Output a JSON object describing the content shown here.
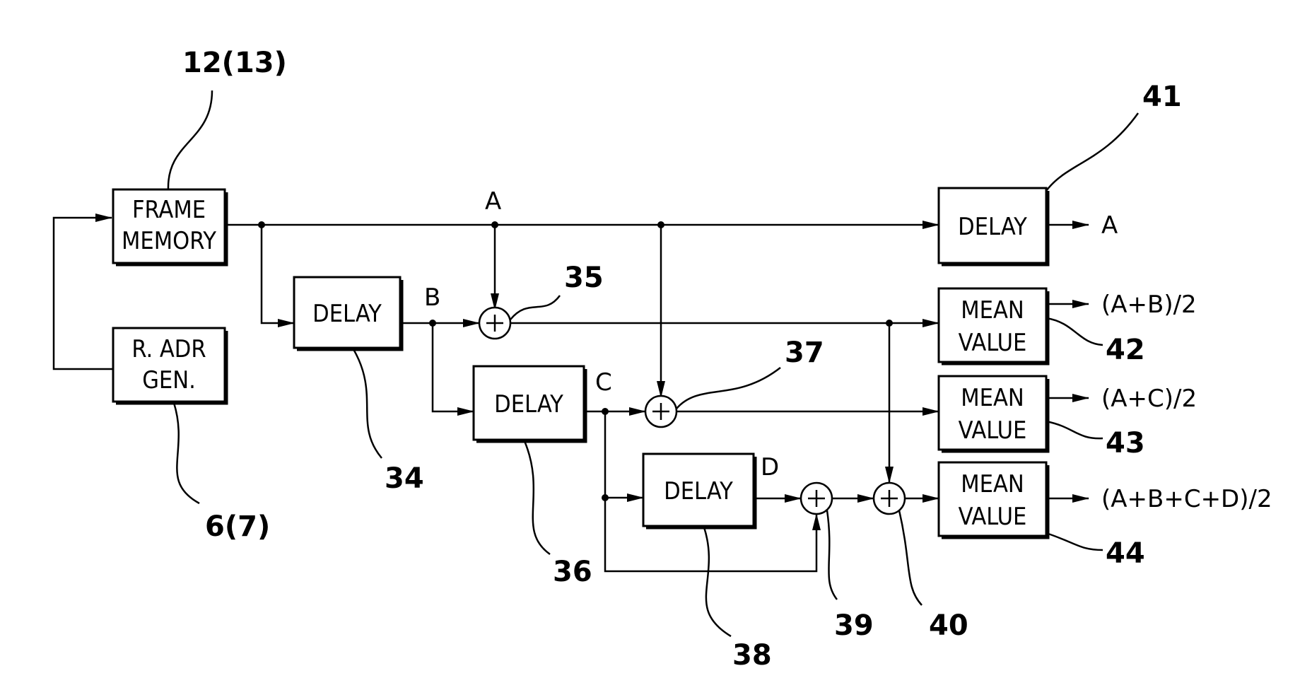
{
  "blocks": {
    "frame_memory": [
      "FRAME",
      "MEMORY"
    ],
    "read_address_generator": [
      "R. ADR",
      "GEN."
    ],
    "delay_34": [
      "DELAY"
    ],
    "delay_36": [
      "DELAY"
    ],
    "delay_38": [
      "DELAY"
    ],
    "delay_41": [
      "DELAY"
    ],
    "mean_value_42": [
      "MEAN",
      "VALUE"
    ],
    "mean_value_43": [
      "MEAN",
      "VALUE"
    ],
    "mean_value_44": [
      "MEAN",
      "VALUE"
    ]
  },
  "signals": {
    "a": "A",
    "b": "B",
    "c": "C",
    "d": "D"
  },
  "outputs": {
    "out_41": "A",
    "out_42": "(A+B)/2",
    "out_43": "(A+C)/2",
    "out_44": "(A+B+C+D)/2"
  },
  "references": {
    "frame_memory": "12(13)",
    "read_address_generator": "6(7)",
    "delay_34": "34",
    "adder_35": "35",
    "delay_36": "36",
    "adder_37": "37",
    "delay_38": "38",
    "adder_39": "39",
    "adder_40": "40",
    "delay_41": "41",
    "mean_value_42": "42",
    "mean_value_43": "43",
    "mean_value_44": "44"
  }
}
